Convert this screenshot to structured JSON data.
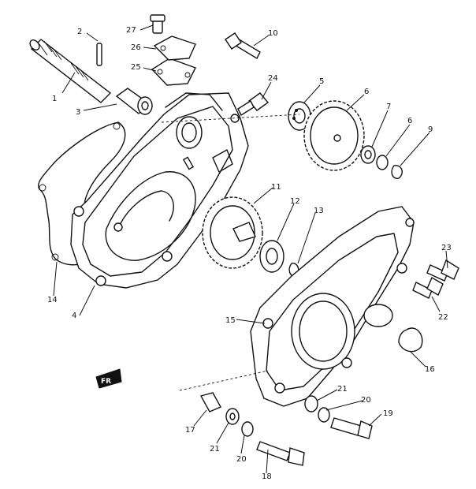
{
  "callouts": [
    {
      "id": "c1",
      "label": "1"
    },
    {
      "id": "c2",
      "label": "2"
    },
    {
      "id": "c3",
      "label": "3"
    },
    {
      "id": "c4",
      "label": "4"
    },
    {
      "id": "c5",
      "label": "5"
    },
    {
      "id": "c6a",
      "label": "6"
    },
    {
      "id": "c6b",
      "label": "6"
    },
    {
      "id": "c7",
      "label": "7"
    },
    {
      "id": "c9",
      "label": "9"
    },
    {
      "id": "c10",
      "label": "10"
    },
    {
      "id": "c11",
      "label": "11"
    },
    {
      "id": "c12",
      "label": "12"
    },
    {
      "id": "c13",
      "label": "13"
    },
    {
      "id": "c14",
      "label": "14"
    },
    {
      "id": "c15",
      "label": "15"
    },
    {
      "id": "c16",
      "label": "16"
    },
    {
      "id": "c17",
      "label": "17"
    },
    {
      "id": "c18",
      "label": "18"
    },
    {
      "id": "c19",
      "label": "19"
    },
    {
      "id": "c20a",
      "label": "20"
    },
    {
      "id": "c20b",
      "label": "20"
    },
    {
      "id": "c21a",
      "label": "21"
    },
    {
      "id": "c21b",
      "label": "21"
    },
    {
      "id": "c22",
      "label": "22"
    },
    {
      "id": "c23",
      "label": "23"
    },
    {
      "id": "c24",
      "label": "24"
    },
    {
      "id": "c25",
      "label": "25"
    },
    {
      "id": "c26",
      "label": "26"
    },
    {
      "id": "c27",
      "label": "27"
    }
  ],
  "front_marker": {
    "label": "FR"
  }
}
